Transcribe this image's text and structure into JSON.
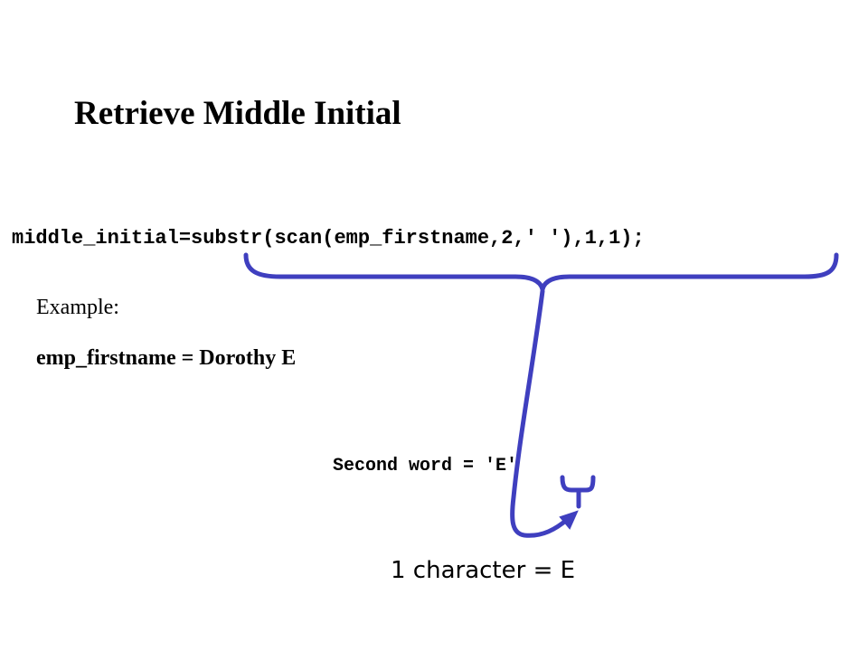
{
  "slide": {
    "title": "Retrieve Middle Initial",
    "code": "middle_initial=substr(scan(emp_firstname,2,' '),1,1);",
    "example_label": "Example:",
    "example_value": "emp_firstname = Dorothy E",
    "second_word_text": "Second word = 'E'",
    "result_text": "1 character = E"
  },
  "colors": {
    "annotation": "#3f3fbf",
    "text": "#000000",
    "background": "#ffffff"
  }
}
